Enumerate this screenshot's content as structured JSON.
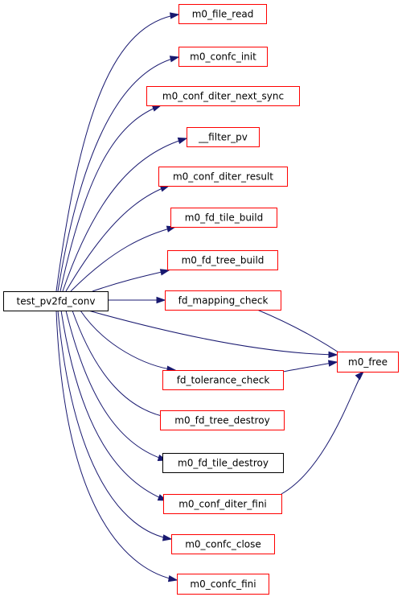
{
  "colors": {
    "edge": "#191970",
    "link_border": "#ff0000",
    "plain_border": "#000000",
    "root_fill": "#bfbfbf"
  },
  "nodes": [
    {
      "id": "test_pv2fd_conv",
      "label": "test_pv2fd_conv",
      "style": "root"
    },
    {
      "id": "m0_file_read",
      "label": "m0_file_read",
      "style": "link"
    },
    {
      "id": "m0_confc_init",
      "label": "m0_confc_init",
      "style": "link"
    },
    {
      "id": "m0_conf_diter_next_sync",
      "label": "m0_conf_diter_next_sync",
      "style": "link"
    },
    {
      "id": "__filter_pv",
      "label": "__filter_pv",
      "style": "link"
    },
    {
      "id": "m0_conf_diter_result",
      "label": "m0_conf_diter_result",
      "style": "link"
    },
    {
      "id": "m0_fd_tile_build",
      "label": "m0_fd_tile_build",
      "style": "link"
    },
    {
      "id": "m0_fd_tree_build",
      "label": "m0_fd_tree_build",
      "style": "link"
    },
    {
      "id": "fd_mapping_check",
      "label": "fd_mapping_check",
      "style": "link"
    },
    {
      "id": "m0_free",
      "label": "m0_free",
      "style": "link"
    },
    {
      "id": "fd_tolerance_check",
      "label": "fd_tolerance_check",
      "style": "link"
    },
    {
      "id": "m0_fd_tree_destroy",
      "label": "m0_fd_tree_destroy",
      "style": "link"
    },
    {
      "id": "m0_fd_tile_destroy",
      "label": "m0_fd_tile_destroy",
      "style": "plain"
    },
    {
      "id": "m0_conf_diter_fini",
      "label": "m0_conf_diter_fini",
      "style": "link"
    },
    {
      "id": "m0_confc_close",
      "label": "m0_confc_close",
      "style": "link"
    },
    {
      "id": "m0_confc_fini",
      "label": "m0_confc_fini",
      "style": "link"
    }
  ],
  "edges": [
    {
      "from": "test_pv2fd_conv",
      "to": "m0_file_read"
    },
    {
      "from": "test_pv2fd_conv",
      "to": "m0_confc_init"
    },
    {
      "from": "test_pv2fd_conv",
      "to": "m0_conf_diter_next_sync"
    },
    {
      "from": "test_pv2fd_conv",
      "to": "__filter_pv"
    },
    {
      "from": "test_pv2fd_conv",
      "to": "m0_conf_diter_result"
    },
    {
      "from": "test_pv2fd_conv",
      "to": "m0_fd_tile_build"
    },
    {
      "from": "test_pv2fd_conv",
      "to": "m0_fd_tree_build"
    },
    {
      "from": "test_pv2fd_conv",
      "to": "fd_mapping_check"
    },
    {
      "from": "test_pv2fd_conv",
      "to": "m0_free"
    },
    {
      "from": "test_pv2fd_conv",
      "to": "fd_tolerance_check"
    },
    {
      "from": "test_pv2fd_conv",
      "to": "m0_fd_tree_destroy"
    },
    {
      "from": "test_pv2fd_conv",
      "to": "m0_fd_tile_destroy"
    },
    {
      "from": "test_pv2fd_conv",
      "to": "m0_conf_diter_fini"
    },
    {
      "from": "test_pv2fd_conv",
      "to": "m0_confc_close"
    },
    {
      "from": "test_pv2fd_conv",
      "to": "m0_confc_fini"
    },
    {
      "from": "fd_mapping_check",
      "to": "m0_free"
    },
    {
      "from": "fd_tolerance_check",
      "to": "m0_free"
    },
    {
      "from": "m0_conf_diter_fini",
      "to": "m0_free"
    }
  ]
}
